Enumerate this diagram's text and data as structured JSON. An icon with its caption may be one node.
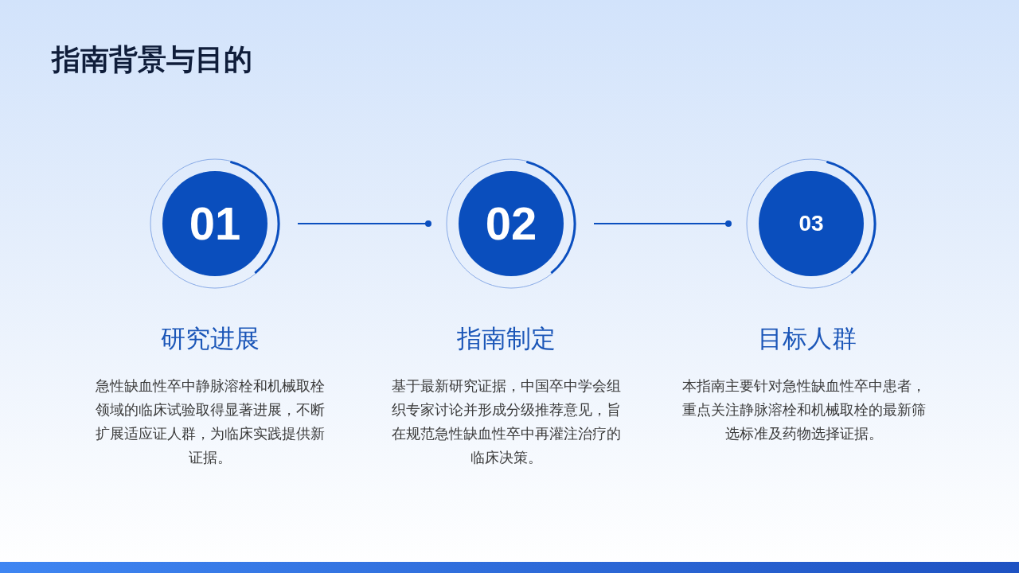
{
  "diagram": {
    "title": "指南背景与目的",
    "nodes": [
      {
        "text": [
          "01"
        ],
        "beside": [
          "研究进展",
          "急性缺血性卒中静脉溶栓和机械取栓领域的临床试验取得显著进展，不断扩展适应证人群，为临床实践提供新证据。"
        ]
      },
      {
        "text": [
          "02"
        ],
        "beside": [
          "指南制定",
          "基于最新研究证据，中国卒中学会组织专家讨论并形成分级推荐意见，旨在规范急性缺血性卒中再灌注治疗的临床决策。"
        ]
      },
      {
        "text": [
          "03"
        ],
        "beside": [
          "目标人群",
          "本指南主要针对急性缺血性卒中患者，重点关注静脉溶栓和机械取栓的最新筛选标准及药物选择证据。"
        ]
      }
    ],
    "edges": [
      {
        "from": 0,
        "to": 1,
        "arrow": "other"
      },
      {
        "from": 1,
        "to": 2,
        "arrow": "other"
      }
    ]
  }
}
